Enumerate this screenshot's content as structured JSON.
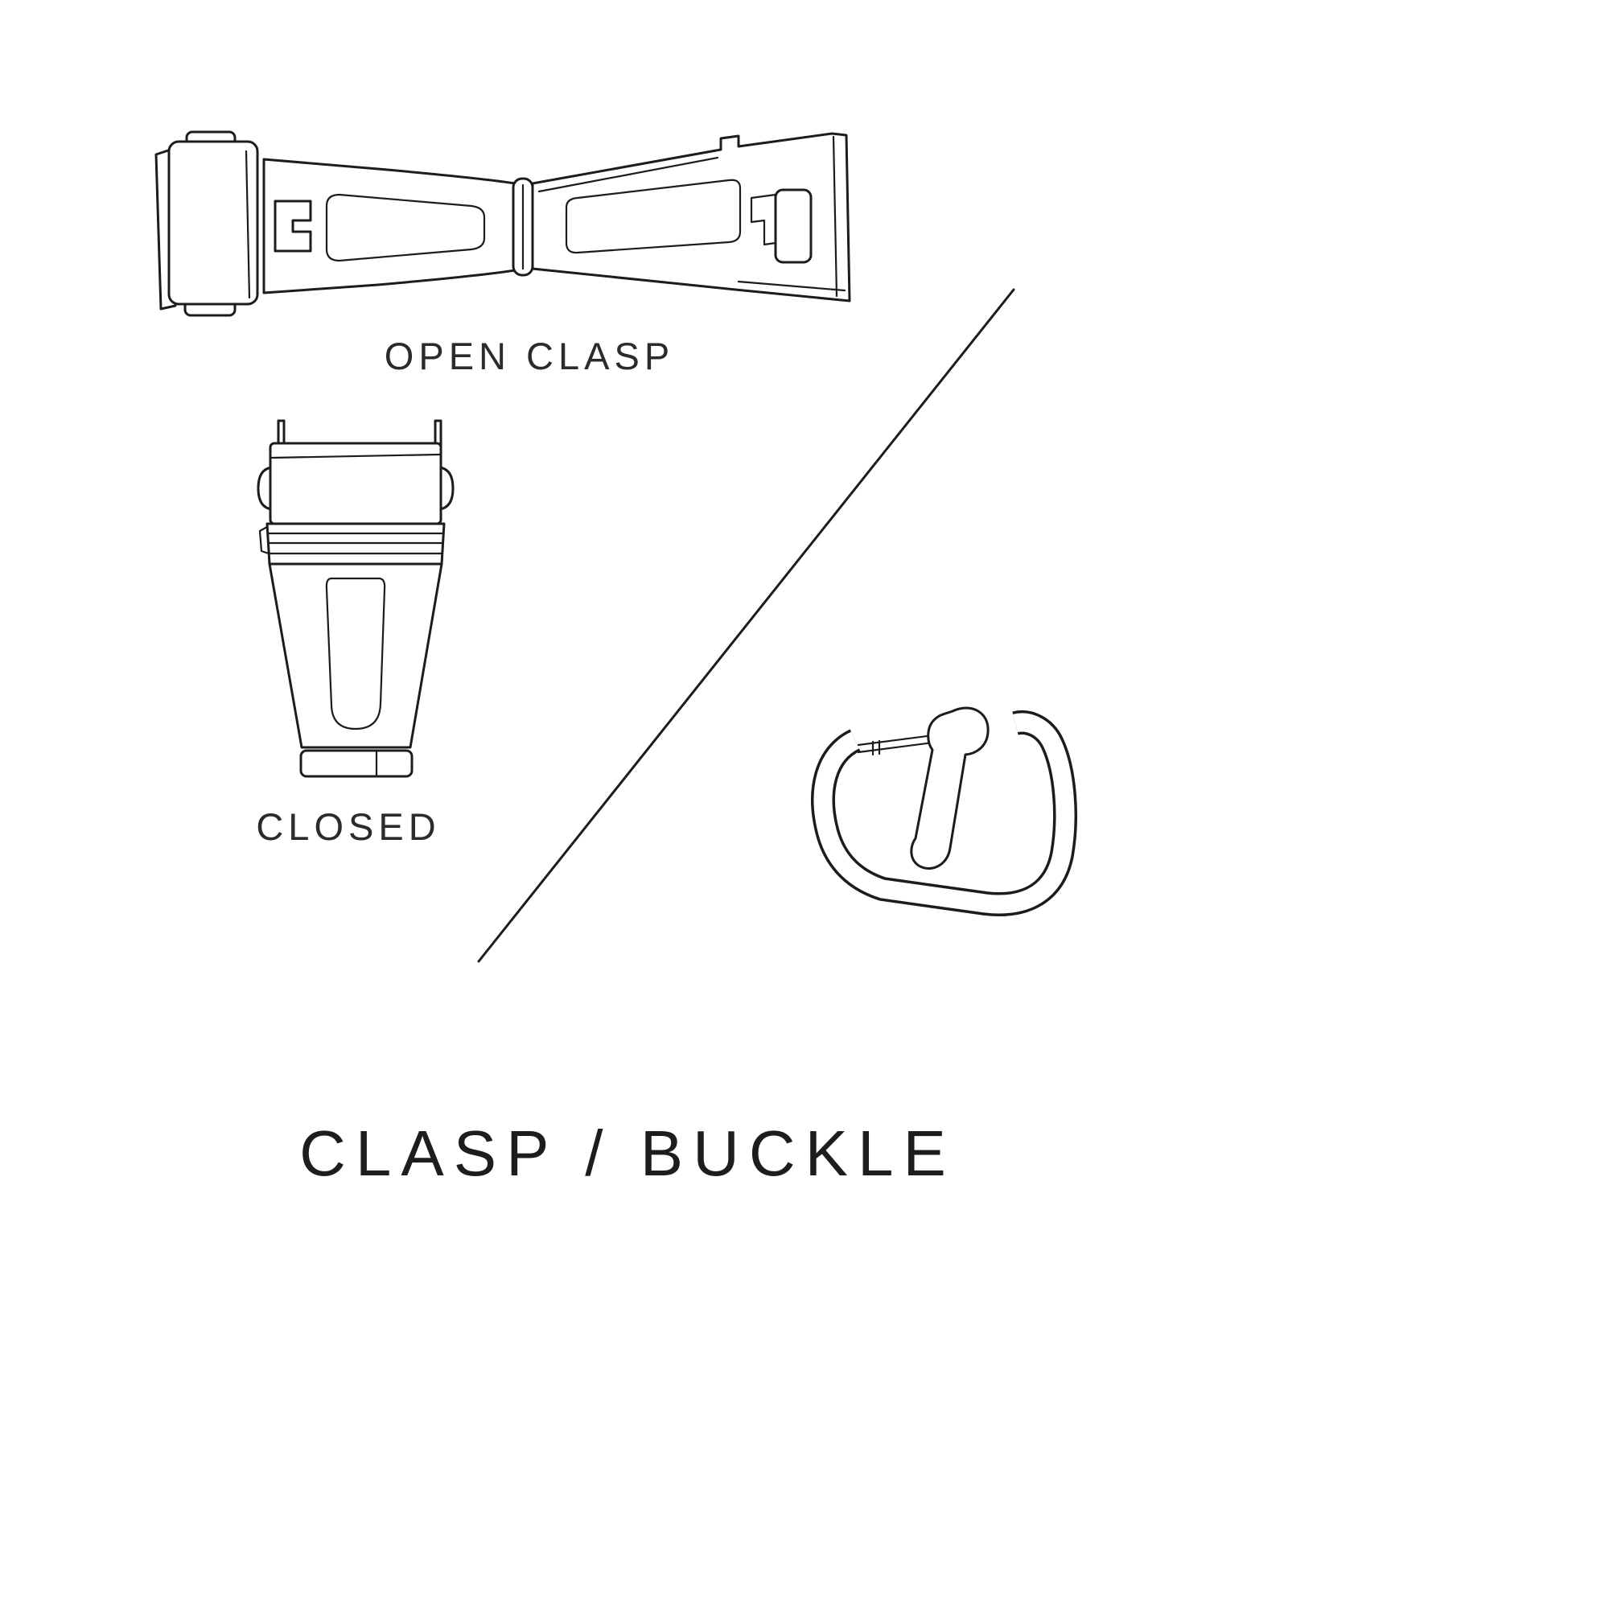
{
  "page": {
    "background": "#ffffff",
    "ink": "#1c1c1c"
  },
  "labels": {
    "open_clasp": "OPEN CLASP",
    "closed": "CLOSED",
    "title": "CLASP / BUCKLE"
  },
  "illustrations": {
    "open_clasp": "open-clasp-line-drawing",
    "closed_clasp": "closed-clasp-line-drawing",
    "buckle": "tang-buckle-line-drawing",
    "divider": "diagonal-divider-line"
  }
}
